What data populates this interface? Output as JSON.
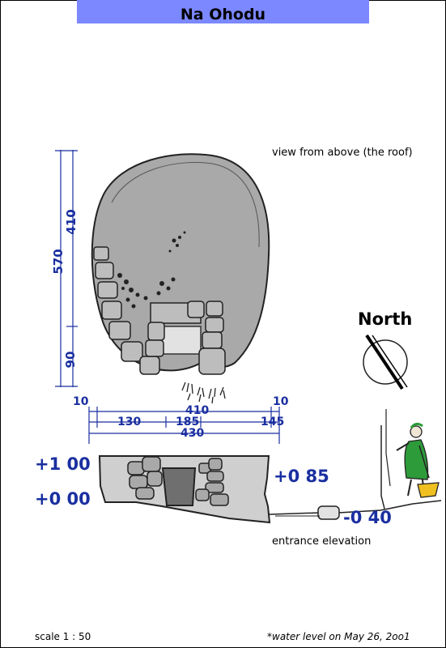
{
  "title": "Na Ohodu",
  "labels": {
    "view_above": "view from above (the roof)",
    "entrance_elevation": "entrance elevation",
    "north": "North",
    "scale": "scale 1 : 50",
    "water_note": "*water level on May 26, 2oo1"
  },
  "plan_dimensions": {
    "total_height": "570",
    "upper_height": "410",
    "lower_height": "90",
    "left_margin": "10",
    "right_margin": "10",
    "inner_width": "410",
    "segment_left": "130",
    "segment_mid": "185",
    "segment_right": "145",
    "total_width": "430"
  },
  "elevations": {
    "top": "+1 00",
    "base": "+0 00",
    "right": "+0 85",
    "water": "-0 40"
  },
  "colors": {
    "title_bar": "#7b88ff",
    "dimension_text": "#1a2fa0",
    "stone_fill": "#a9a9a9",
    "stone_light": "#cfcfcf",
    "figure_green": "#2e9b3a",
    "bucket_yellow": "#f0c020"
  }
}
